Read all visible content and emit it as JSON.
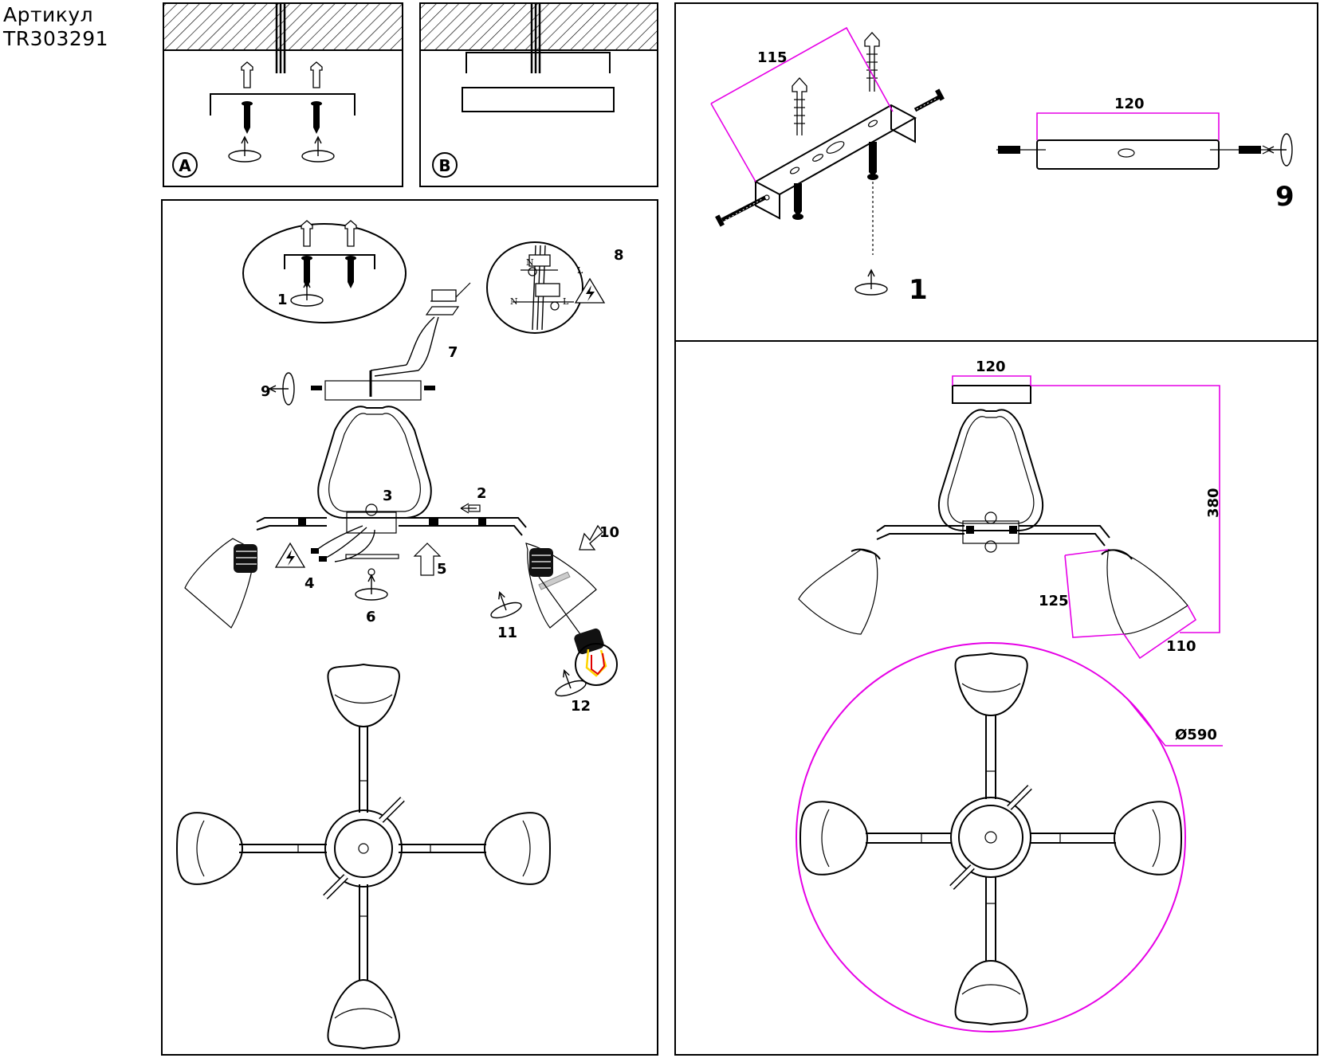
{
  "header": {
    "line1": "Артикул",
    "line2": "TR303291"
  },
  "panel_a": {
    "badge": "A"
  },
  "panel_b": {
    "badge": "B"
  },
  "assembly": {
    "steps": [
      "1",
      "2",
      "3",
      "4",
      "5",
      "6",
      "7",
      "8",
      "9",
      "10",
      "11",
      "12"
    ],
    "wiring_labels": {
      "neutral": "N",
      "live": "L"
    }
  },
  "bracket": {
    "dim_length": "115",
    "dim_plate": "120",
    "step_left": "1",
    "step_right": "9"
  },
  "dimensions": {
    "plate_width": "120",
    "height": "380",
    "shade_height": "125",
    "shade_width": "110",
    "diameter": "Ø590"
  },
  "colors": {
    "dimension_line": "#e600e6",
    "filament_yellow": "#ffd400",
    "filament_red": "#e00000"
  }
}
